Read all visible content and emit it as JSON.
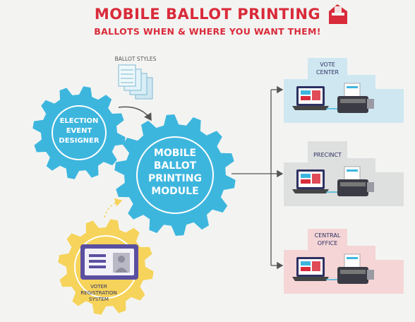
{
  "header": {
    "title": "MOBILE BALLOT PRINTING",
    "subtitle": "BALLOTS WHEN & WHERE YOU WANT THEM!",
    "logo_icon": "ballot-box-logo-icon"
  },
  "nodes": {
    "ballot_styles": "BALLOT STYLES",
    "election_event_designer": [
      "ELECTION",
      "EVENT",
      "DESIGNER"
    ],
    "mobile_ballot_printing_module": [
      "MOBILE",
      "BALLOT",
      "PRINTING",
      "MODULE"
    ],
    "voter_registration_system": [
      "VOTER",
      "REGISTRATION",
      "SYSTEM"
    ]
  },
  "destinations": [
    {
      "label": [
        "VOTE",
        "CENTER"
      ],
      "color": "#cfe7f1"
    },
    {
      "label": [
        "PRECINCT"
      ],
      "color": "#dedfdf"
    },
    {
      "label": [
        "CENTRAL",
        "OFFICE"
      ],
      "color": "#f5d5d6"
    }
  ],
  "colors": {
    "red": "#d92b3a",
    "blue_gear": "#3db6de",
    "yellow_gear": "#f6d35a",
    "navy": "#2e3161",
    "purple_card": "#5a4fa1",
    "arrow": "#555555"
  }
}
